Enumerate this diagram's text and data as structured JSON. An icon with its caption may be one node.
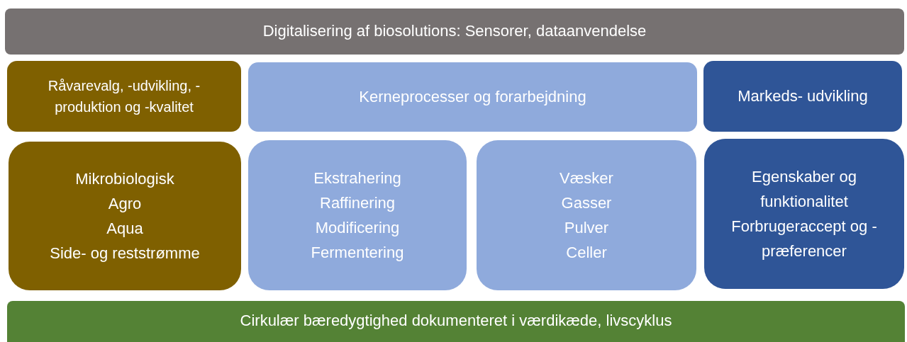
{
  "diagram": {
    "nodes": [
      {
        "text": [
          "Digitalisering af biosolutions: Sensorer, dataanvendelse"
        ]
      },
      {
        "text": [
          "Råvarevalg, -udvikling, -produktion og -kvalitet"
        ]
      },
      {
        "text": [
          "Kerneprocesser og forarbejdning"
        ]
      },
      {
        "text": [
          "Markeds- udvikling"
        ]
      },
      {
        "text": [
          "Mikrobiologisk",
          "Agro",
          "Aqua",
          "Side- og reststrømme"
        ]
      },
      {
        "text": [
          "Ekstrahering",
          "Raffinering",
          "Modificering",
          "Fermentering"
        ]
      },
      {
        "text": [
          "Væsker",
          "Gasser",
          "Pulver",
          "Celler"
        ]
      },
      {
        "text": [
          "Egenskaber og funktionalitet",
          "Forbrugeraccept og -præferencer"
        ]
      },
      {
        "text": [
          "Cirkulær bæredygtighed dokumenteret i værdikæde, livscyklus"
        ]
      }
    ]
  }
}
